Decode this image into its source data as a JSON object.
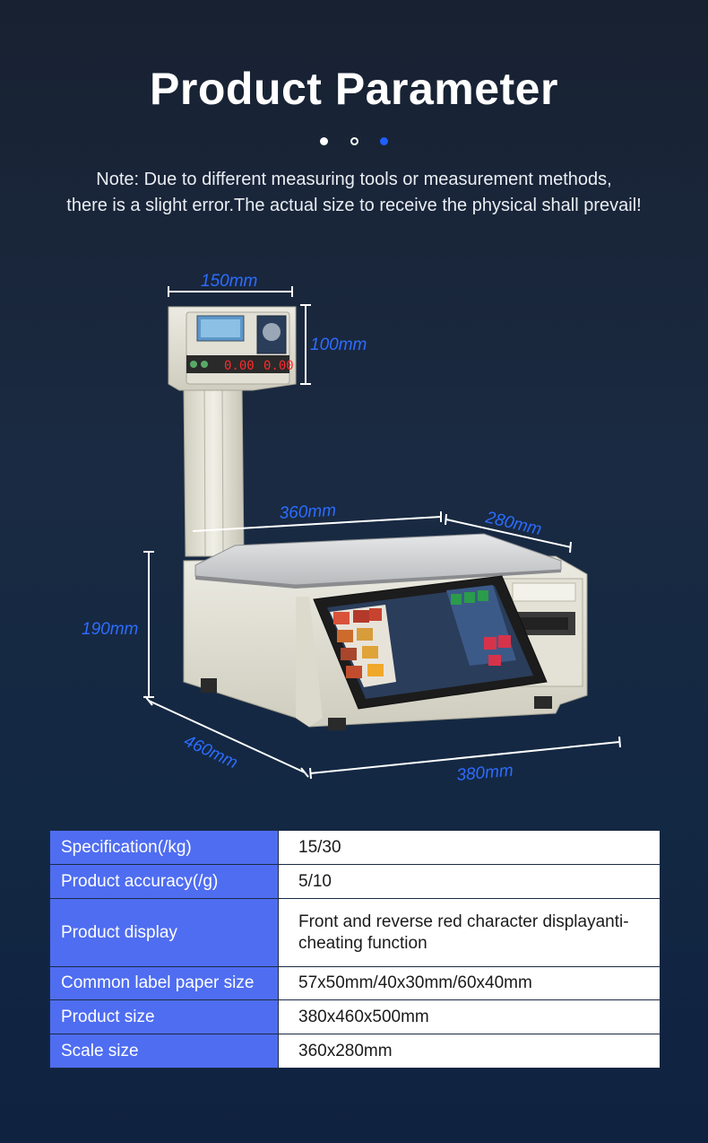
{
  "header": {
    "title": "Product Parameter",
    "note_line1": "Note: Due to different measuring tools or measurement methods,",
    "note_line2": "there is a slight error.The actual size to receive the physical shall prevail!"
  },
  "indicator_dots": [
    "filled",
    "hollow",
    "active"
  ],
  "colors": {
    "accent_blue": "#2d6cff",
    "table_label_bg": "#4f6df1",
    "active_dot": "#1f5fff"
  },
  "dimensions": {
    "display_width": "150mm",
    "display_height": "100mm",
    "platter_width": "360mm",
    "platter_depth": "280mm",
    "body_height": "190mm",
    "body_depth": "460mm",
    "body_width": "380mm"
  },
  "scale_display": {
    "digits_left": "0.00",
    "digits_right": "0.00"
  },
  "specs": [
    {
      "label": "Specification(/kg)",
      "value": "15/30"
    },
    {
      "label": "Product accuracy(/g)",
      "value": "5/10"
    },
    {
      "label": "Product display",
      "value": "Front and reverse red character displayanti-cheating function"
    },
    {
      "label": "Common label paper size",
      "value": "57x50mm/40x30mm/60x40mm"
    },
    {
      "label": "Product size",
      "value": "380x460x500mm"
    },
    {
      "label": "Scale size",
      "value": "360x280mm"
    }
  ]
}
